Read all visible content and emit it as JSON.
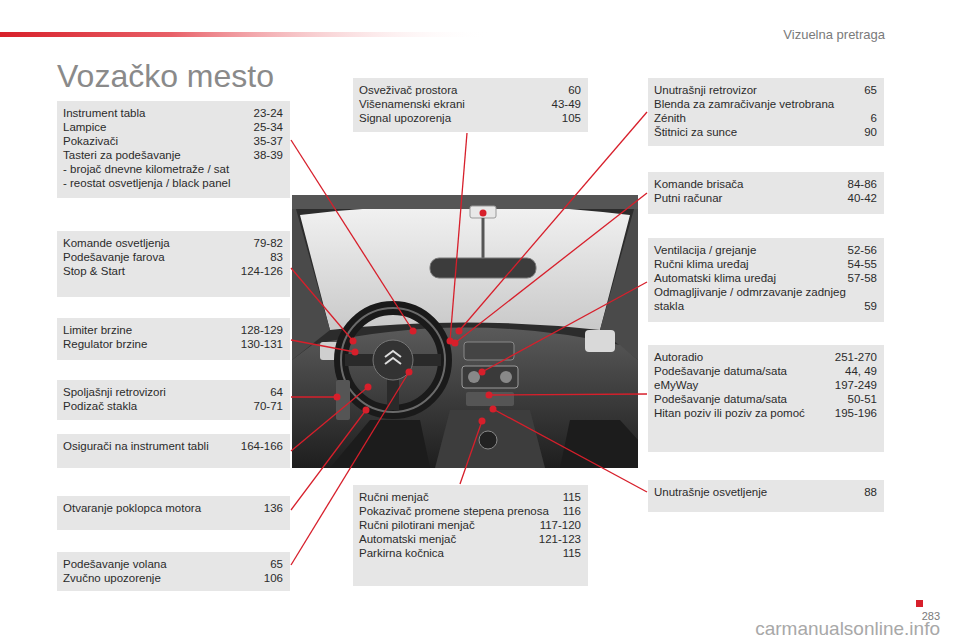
{
  "diagram": {
    "title": "Vozačko mesto",
    "nodes": [
      {
        "text": [
          "Instrument tabla",
          "23-24",
          "Lampice",
          "25-34",
          "Pokazivači",
          "35-37",
          "Tasteri za podešavanje",
          "38-39",
          "- brojač dnevne kilometraže / sat",
          "- reostat osvetljenja / black panel"
        ]
      },
      {
        "text": [
          "Komande osvetljenja",
          "79-82",
          "Podešavanje farova",
          "83",
          "Stop & Start",
          "124-126"
        ]
      },
      {
        "text": [
          "Limiter brzine",
          "128-129",
          "Regulator brzine",
          "130-131"
        ]
      },
      {
        "text": [
          "Spoljašnji retrovizori",
          "64",
          "Podizač stakla",
          "70-71"
        ]
      },
      {
        "text": [
          "Osigurači na instrument tabli",
          "164-166"
        ]
      },
      {
        "text": [
          "Otvaranje poklopca motora",
          "136"
        ]
      },
      {
        "text": [
          "Podešavanje volana",
          "65",
          "Zvučno upozorenje",
          "106"
        ]
      },
      {
        "text": [
          "Osveživač prostora",
          "60",
          "Višenamenski ekrani",
          "43-49",
          "Signal upozorenja",
          "105"
        ]
      },
      {
        "text": [
          "Ručni menjač",
          "115",
          "Pokazivač promene stepena prenosa",
          "116",
          "Ručni pilotirani menjač",
          "117-120",
          "Automatski menjač",
          "121-123",
          "Parkirna kočnica",
          "115"
        ]
      },
      {
        "text": [
          "Unutrašnji retrovizor",
          "65",
          "Blenda za zamračivanje vetrobrana Zénith",
          "6",
          "Štitnici za sunce",
          "90"
        ]
      },
      {
        "text": [
          "Komande brisača",
          "84-86",
          "Putni računar",
          "40-42"
        ]
      },
      {
        "text": [
          "Ventilacija / grejanje",
          "52-56",
          "Ručni klima uređaj",
          "54-55",
          "Automatski klima uređaj",
          "57-58",
          "Odmagljivanje / odmrzavanje zadnjeg stakla",
          "59"
        ]
      },
      {
        "text": [
          "Autoradio",
          "251-270",
          "Podešavanje datuma/sata",
          "44, 49",
          "eMyWay",
          "197-249",
          "Podešavanje datuma/sata",
          "50-51",
          "Hitan poziv ili poziv za pomoć",
          "195-196"
        ]
      },
      {
        "text": [
          "Unutrašnje osvetljenje",
          "88"
        ]
      }
    ],
    "labels": [
      "Vizuelna pretraga",
      "283",
      "carmanualsonline.info"
    ]
  }
}
